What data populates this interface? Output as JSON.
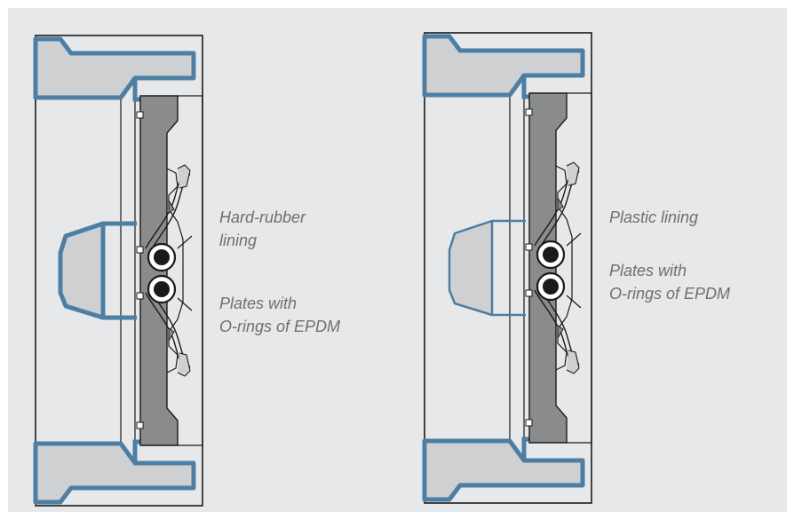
{
  "left_assembly": {
    "lining_label_line1": "Hard-rubber",
    "lining_label_line2": "lining",
    "plates_label_line1": "Plates with",
    "plates_label_line2": "O-rings of EPDM"
  },
  "right_assembly": {
    "lining_label": "Plastic lining",
    "plates_label_line1": "Plates with",
    "plates_label_line2": "O-rings of EPDM"
  },
  "colors": {
    "background": "#e7e8ea",
    "lining_blue": "#4d7ea3",
    "body_gray": "#cfd0d2",
    "plate_gray": "#8a8b8d",
    "outline": "#1a1a1a",
    "label_text": "#6f6f6f"
  }
}
